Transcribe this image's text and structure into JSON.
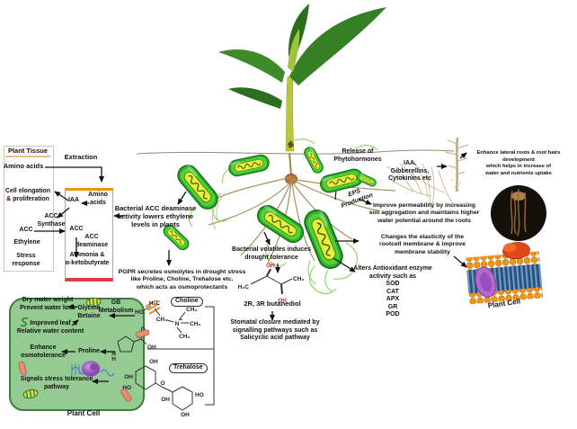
{
  "left_panel": {
    "title": "Plant Tissue",
    "amino_acids": "Amino acids",
    "extraction": "Extraction",
    "cell_elongation": "Cell elongation\n& proliferation",
    "acc_synthase": "ACC\nSynthase",
    "acc": "ACC",
    "ethylene": "Ethylene",
    "stress_response": "Stress response"
  },
  "acc_box": {
    "iaa": "IAA",
    "amino_acids": "Amino\nacids",
    "acc": "ACC",
    "acc_deaminase": "ACC\ndeaminase",
    "products": "Ammonia &\nα-ketobutyrate"
  },
  "notes": {
    "acc_note": "Bacterial ACC deaminase\nactivity lowers ethylene\nlevels in plants",
    "pgpr_osmolytes": "PGPR secretes osmolytes in drought stress\nlike Proline, Choline, Trehalose etc.\nwhich acts as osmoprotectants",
    "volatiles": "Bacterial volatiles induces\ndrought tolerance",
    "butanediol": "2R, 3R butanediol",
    "stomatal": "Stomatal closure mediated by\nsignalling pathways such as\nSalicyclic acid pathway",
    "release": "Release of\nPhytohormones",
    "hormones": "IAA, Gibberellins,\nCytokinins etc",
    "lateral_roots": "Enhance lateral roots & root hairs development\nwhich helps in increase of\nwater and nutrients uptake",
    "eps": "EPS\nProduction",
    "permeability": "Improve permeability by increasing\nsoil aggregation and maintains higher\nwater potential around the roots",
    "elasticity": "Changes the elasticity of the\nrootcell membrane & improve\nmembrane stability",
    "antioxidant": "Alters Antioxidant enzyme\nactivity such as",
    "enzymes": [
      "SOD",
      "CAT",
      "APX",
      "GR",
      "POD"
    ]
  },
  "plant_cell": {
    "label": "Plant Cell",
    "gb_metabolism": "GB\nMetabolism",
    "glycine_betaine": "Glycine\nBetaine",
    "dry_matter": "Dry mater weight\nPrevent water loss",
    "improved_leaf": "Improved leaf\nRelative water content",
    "enhance_osmotolerance": "Enhance\nosmotolerance",
    "proline": "Proline",
    "signals": "Signals stress tolerance\npathway"
  },
  "molecules": {
    "choline": "Choline",
    "trehalose": "Trehalose"
  },
  "membrane": {
    "label": "Plant Cell"
  },
  "chem": {
    "oh": "OH",
    "ho": "HO",
    "h3c": "H₃C",
    "ch3": "CH₃",
    "h2c": "H₂C",
    "ch2": "CH₂",
    "n": "N",
    "plus": "+",
    "o": "O",
    "h": "H"
  },
  "colors": {
    "bacteria_green": "#2fae2e",
    "panel_green": "#93cb90",
    "accent_orange": "#f0940a",
    "accent_red": "#d84040",
    "oh_red": "#cc2222"
  }
}
